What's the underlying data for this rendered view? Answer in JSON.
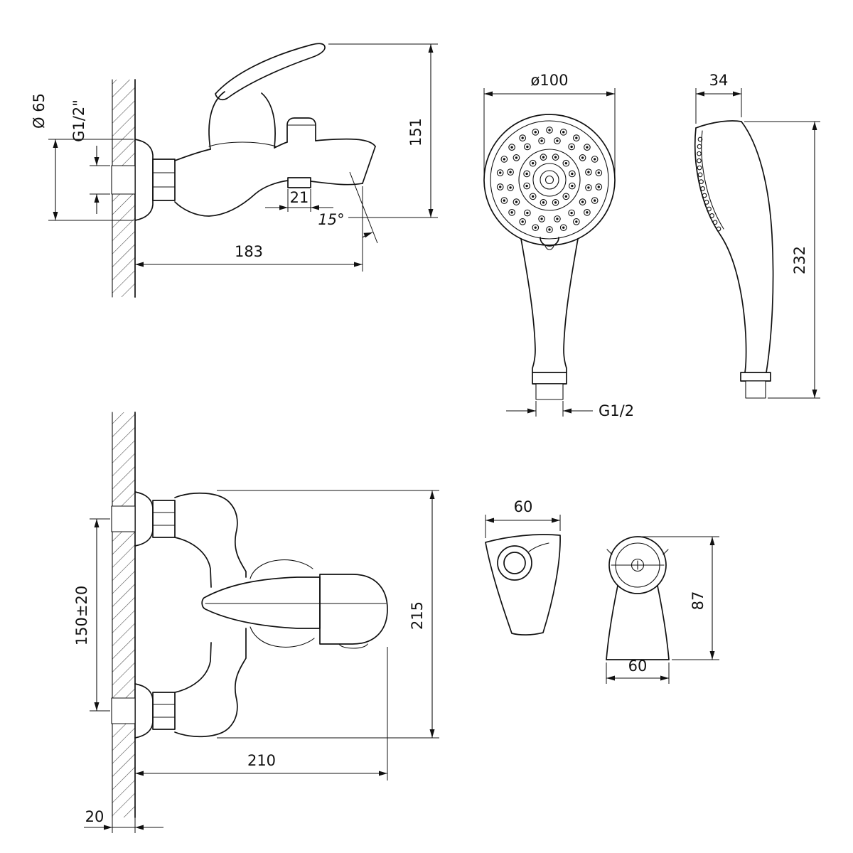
{
  "drawing": {
    "line_color": "#111111",
    "background": "#ffffff"
  },
  "views": {
    "mixer_side": {
      "dims": {
        "flange_diameter": "Ø 65",
        "wall_thread": "G1/2\"",
        "overall_height": "151",
        "outlet_width": "21",
        "spout_angle": "15°",
        "spout_reach": "183"
      }
    },
    "handshower_front": {
      "dims": {
        "head_diameter": "ø100",
        "connection_thread": "G1/2"
      }
    },
    "handshower_side": {
      "dims": {
        "head_depth": "34",
        "overall_length": "232"
      }
    },
    "mixer_front": {
      "dims": {
        "inlet_spacing": "150±20",
        "overall_height": "215",
        "overall_width": "210",
        "wall_thickness": "20"
      }
    },
    "holder_side": {
      "dims": {
        "width": "60"
      }
    },
    "holder_front": {
      "dims": {
        "height": "87",
        "base_width": "60"
      }
    }
  }
}
